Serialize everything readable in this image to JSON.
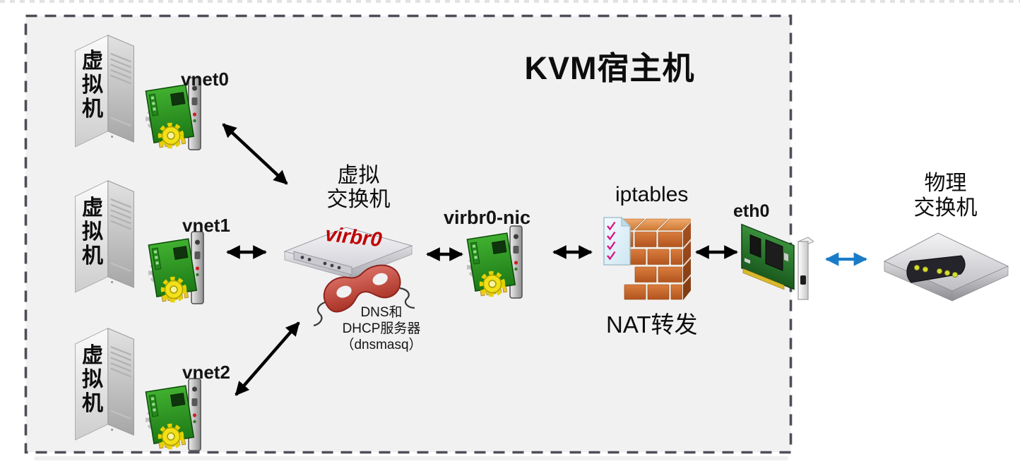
{
  "host_box": {
    "title": "KVM宿主机"
  },
  "vms": [
    {
      "label": "虚拟机",
      "nic_label": "vnet0"
    },
    {
      "label": "虚拟机",
      "nic_label": "vnet1"
    },
    {
      "label": "虚拟机",
      "nic_label": "vnet2"
    }
  ],
  "virtual_switch": {
    "title_line1": "虚拟",
    "title_line2": "交换机",
    "device_label": "virbr0",
    "dnsmasq_line1": "DNS和",
    "dnsmasq_line2": "DHCP服务器",
    "dnsmasq_line3": "（dnsmasq）"
  },
  "virbr0_nic": {
    "label": "virbr0-nic"
  },
  "firewall": {
    "title": "iptables",
    "caption": "NAT转发"
  },
  "eth0": {
    "label": "eth0"
  },
  "physical_switch": {
    "title_line1": "物理",
    "title_line2": "交换机"
  },
  "icons": {
    "vm": "server-tower-icon",
    "vm_nic": "network-card-gears-icon",
    "virtual_switch": "network-switch-icon",
    "dnsmasq": "red-mask-icon",
    "firewall": "brick-wall-icon",
    "firewall_rules": "rules-document-icon",
    "eth0": "pci-network-card-icon",
    "physical_switch": "physical-switch-icon"
  },
  "colors": {
    "host_box_bg": "#f1f1f2",
    "host_box_border": "#4e4e58",
    "virbr0_text": "#c00000",
    "black_arrow": "#000000",
    "blue_arrow": "#1a7cc9"
  }
}
